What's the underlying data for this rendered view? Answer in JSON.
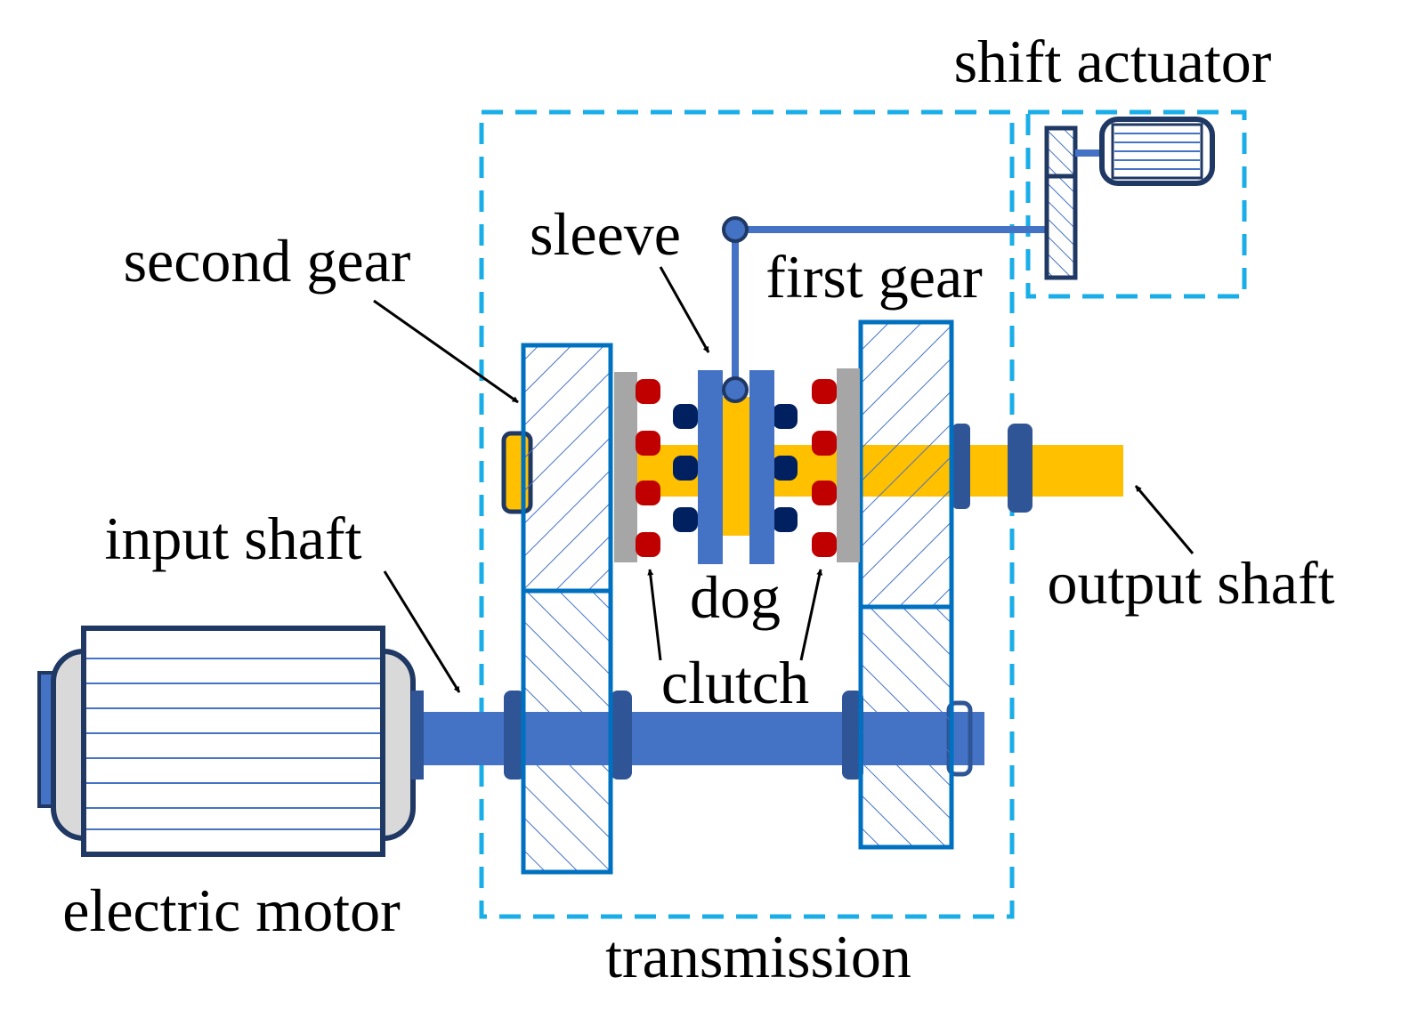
{
  "labels": {
    "shift_actuator": "shift actuator",
    "sleeve": "sleeve",
    "second_gear": "second gear",
    "first_gear": "first gear",
    "input_shaft": "input shaft",
    "output_shaft": "output shaft",
    "dog": "dog",
    "clutch": "clutch",
    "electric_motor": "electric motor",
    "transmission": "transmission"
  },
  "colors": {
    "boundary": "#1aaee8",
    "gear_outline": "#0070c0",
    "gear_hatch": "#4472c4",
    "shaft_blue": "#4472c4",
    "shaft_bearing": "#2f5597",
    "output_shaft": "#ffc000",
    "dog_teeth_red": "#c00000",
    "dog_teeth_navy": "#002060",
    "hub_gray": "#a6a6a6",
    "motor_outline": "#1f3864",
    "motor_end": "#d9d9d9"
  }
}
